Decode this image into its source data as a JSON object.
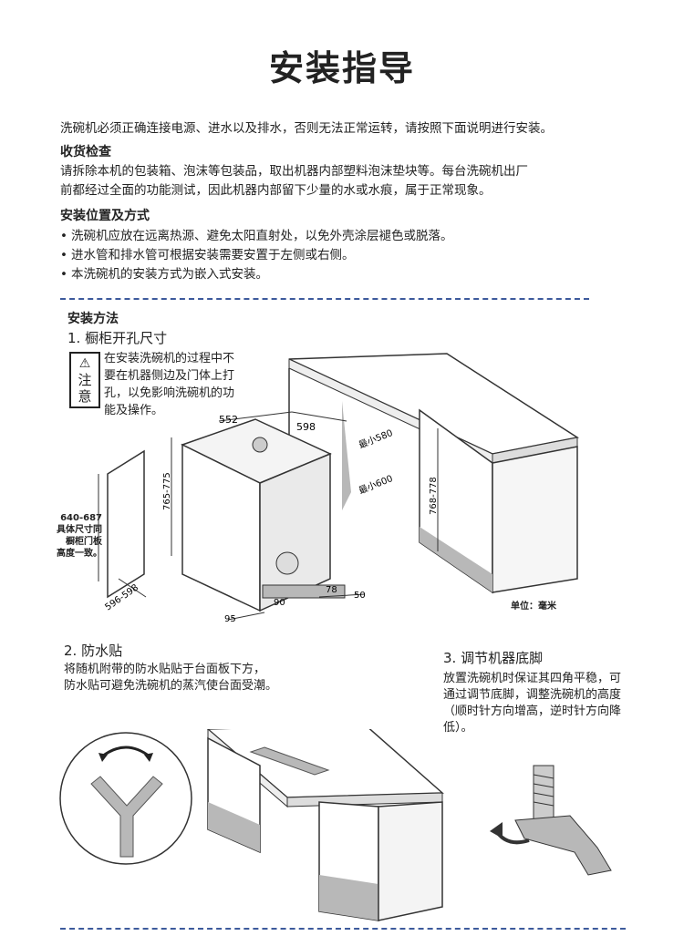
{
  "title": "安装指导",
  "intro": "洗碗机必须正确连接电源、进水以及排水，否则无法正常运转，请按照下面说明进行安装。",
  "receiving": {
    "heading": "收货检查",
    "lines": [
      "请拆除本机的包装箱、泡沫等包装品，取出机器内部塑料泡沫垫块等。每台洗碗机出厂",
      "前都经过全面的功能测试，因此机器内部留下少量的水或水痕，属于正常现象。"
    ]
  },
  "position": {
    "heading": "安装位置及方式",
    "bullets": [
      "洗碗机应放在远离热源、避免太阳直射处，以免外壳涂层褪色或脱落。",
      "进水管和排水管可根据安装需要安置于左侧或右侧。",
      "本洗碗机的安装方式为嵌入式安装。"
    ]
  },
  "method": {
    "heading": "安装方法",
    "step1": "1. 橱柜开孔尺寸",
    "warning_icon_text": [
      "注",
      "意"
    ],
    "warning_lines": [
      "在安装洗碗机的过程中不",
      "要在机器侧边及门体上打",
      "孔，以免影响洗碗机的功",
      "能及操作。"
    ],
    "door_note": [
      "640-687",
      "具体尺寸同",
      "橱柜门板",
      "高度一致。"
    ],
    "dims": {
      "d552": "552",
      "d598": "598",
      "d580": "最小580",
      "d600": "最小600",
      "d765": "765-775",
      "d768": "768-778",
      "d596": "596-598",
      "d90": "90",
      "d78": "78",
      "d50": "50",
      "d95": "95"
    },
    "unit": "单位：毫米"
  },
  "step2": {
    "heading": "2. 防水贴",
    "lines": [
      "将随机附带的防水贴贴于台面板下方，",
      "防水贴可避免洗碗机的蒸汽使台面受潮。"
    ]
  },
  "step3": {
    "heading": "3. 调节机器底脚",
    "lines": [
      "放置洗碗机时保证其四角平稳，可",
      "通过调节底脚，调整洗碗机的高度",
      "（顺时针方向增高，逆时针方向降",
      "低）。"
    ]
  },
  "colors": {
    "dash": "#3d5a9c",
    "shade": "#b8b8b8"
  }
}
